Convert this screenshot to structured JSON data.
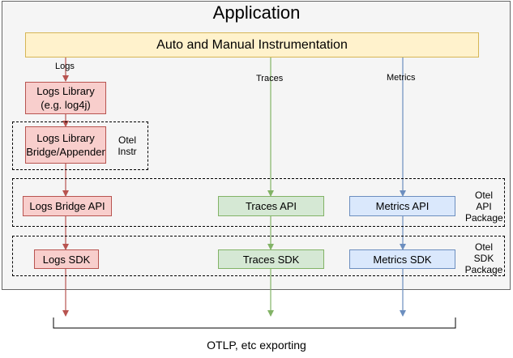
{
  "title": "Application",
  "instrumentation": "Auto and Manual Instrumentation",
  "signals": {
    "logs": "Logs",
    "traces": "Traces",
    "metrics": "Metrics"
  },
  "logs_library": {
    "line1": "Logs Library",
    "line2": "(e.g. log4j)"
  },
  "logs_bridge": {
    "line1": "Logs Library",
    "line2": "Bridge/Appender"
  },
  "otel_instr": {
    "line1": "Otel",
    "line2": "Instr"
  },
  "api": {
    "logs": "Logs Bridge API",
    "traces": "Traces API",
    "metrics": "Metrics API"
  },
  "api_package": {
    "line1": "Otel",
    "line2": "API",
    "line3": "Package"
  },
  "sdk": {
    "logs": "Logs SDK",
    "traces": "Traces SDK",
    "metrics": "Metrics SDK"
  },
  "sdk_package": {
    "line1": "Otel",
    "line2": "SDK",
    "line3": "Package"
  },
  "export": "OTLP, etc exporting",
  "colors": {
    "logs_line": "#b85450",
    "traces_line": "#82b366",
    "metrics_line": "#6c8ebf",
    "instr_fill": "#fff2cc",
    "app_fill": "#f5f5f5"
  }
}
